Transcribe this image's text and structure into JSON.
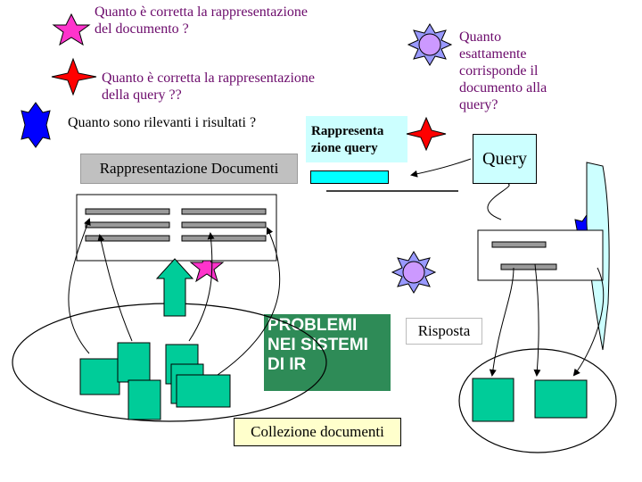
{
  "questions": {
    "doc_repr": "Quanto è corretta la rappresentazione\ndel documento ?",
    "query_repr": "Quanto è corretta la rappresentazione\ndella query ??",
    "relevance": "Quanto sono rilevanti i risultati ?",
    "match": "Quanto\nesattamente\ncorrisponde il\ndocumento alla\nquery?"
  },
  "labels": {
    "doc_repr_box": "Rappresentazione Documenti",
    "query_repr_box": "Rappresenta\nzione query",
    "query_box": "Query",
    "problems_box": "PROBLEMI\nNEI SISTEMI\nDI IR",
    "response": "Risposta",
    "collection": "Collezione documenti"
  },
  "colors": {
    "magenta_star": "#ff33cc",
    "red_star": "#ff0000",
    "blue_star": "#0000ff",
    "lavender_sun": "#cc99ff",
    "green_doc": "#00cc99",
    "problems_bg": "#2e8b57",
    "pale_cyan": "#ccffff",
    "cyan_bar": "#00ffff",
    "question_text": "#6b0a6b"
  },
  "icons": [
    "magenta-star-icon",
    "red-star-icon",
    "blue-star-icon",
    "lavender-sun-icon",
    "up-arrow-icon",
    "document-icon"
  ]
}
